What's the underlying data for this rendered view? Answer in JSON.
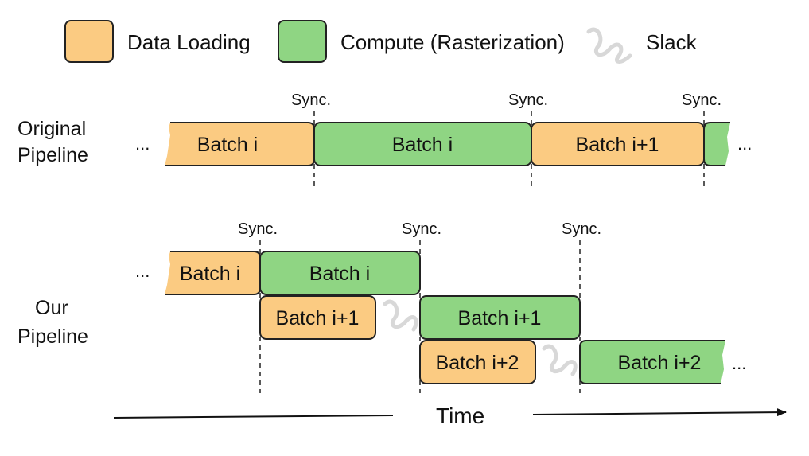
{
  "colors": {
    "data_loading": "#FBCB82",
    "compute": "#8FD583",
    "stroke": "#222222",
    "slack": "#d8d8d8"
  },
  "legend": {
    "data_loading": "Data Loading",
    "compute": "Compute (Rasterization)",
    "slack": "Slack"
  },
  "rows": {
    "original": [
      "Original",
      "Pipeline"
    ],
    "ours": [
      "Our",
      "Pipeline"
    ]
  },
  "sync_label": "Sync.",
  "ellipsis": "...",
  "original_blocks": [
    {
      "type": "loading",
      "label": "Batch i"
    },
    {
      "type": "compute",
      "label": "Batch i"
    },
    {
      "type": "loading",
      "label": "Batch i+1"
    },
    {
      "type": "compute",
      "label": ""
    }
  ],
  "our_blocks": [
    {
      "type": "loading",
      "label": "Batch i"
    },
    {
      "type": "compute",
      "label": "Batch i"
    },
    {
      "type": "loading",
      "label": "Batch i+1"
    },
    {
      "type": "compute",
      "label": "Batch i+1"
    },
    {
      "type": "loading",
      "label": "Batch i+2"
    },
    {
      "type": "compute",
      "label": "Batch i+2"
    }
  ],
  "time_label": "Time"
}
